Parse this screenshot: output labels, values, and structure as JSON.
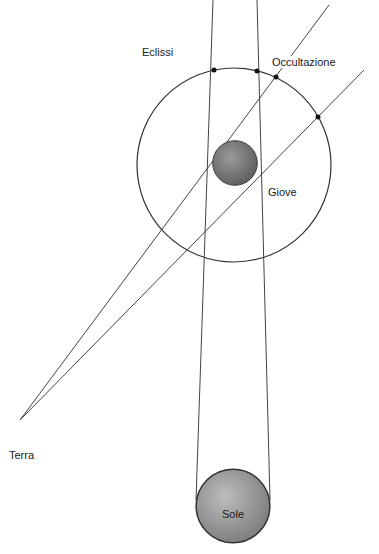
{
  "diagram": {
    "nodes": [
      {
        "text": [
          "Giove"
        ]
      },
      {
        "text": [
          "Sole"
        ]
      }
    ],
    "labels": [
      "Eclissi",
      "Occultazione",
      "Terra"
    ]
  }
}
